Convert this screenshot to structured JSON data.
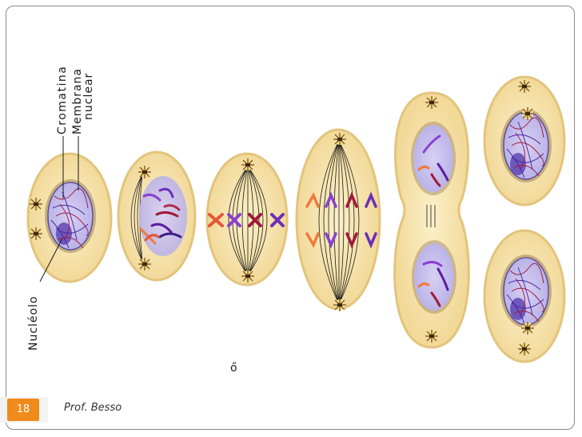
{
  "labels": {
    "chromatin": "Cromatina",
    "membrane_line1": "Membrana",
    "membrane_line2": "nuclear",
    "nucleolus": "Nucléolo"
  },
  "stray_mark": "ő",
  "footer": {
    "slide_number": "18",
    "author": "Prof. Besso"
  },
  "colors": {
    "cell_fill": "#f5e3b4",
    "cell_border": "#e0c27a",
    "nucleus_fill": "#c9c4ee",
    "chromosome_purple": "#7a2fc8",
    "chromosome_red": "#a01a3a",
    "chromosome_orange": "#f07a3a",
    "slide_number_bg": "#f08a1c"
  }
}
